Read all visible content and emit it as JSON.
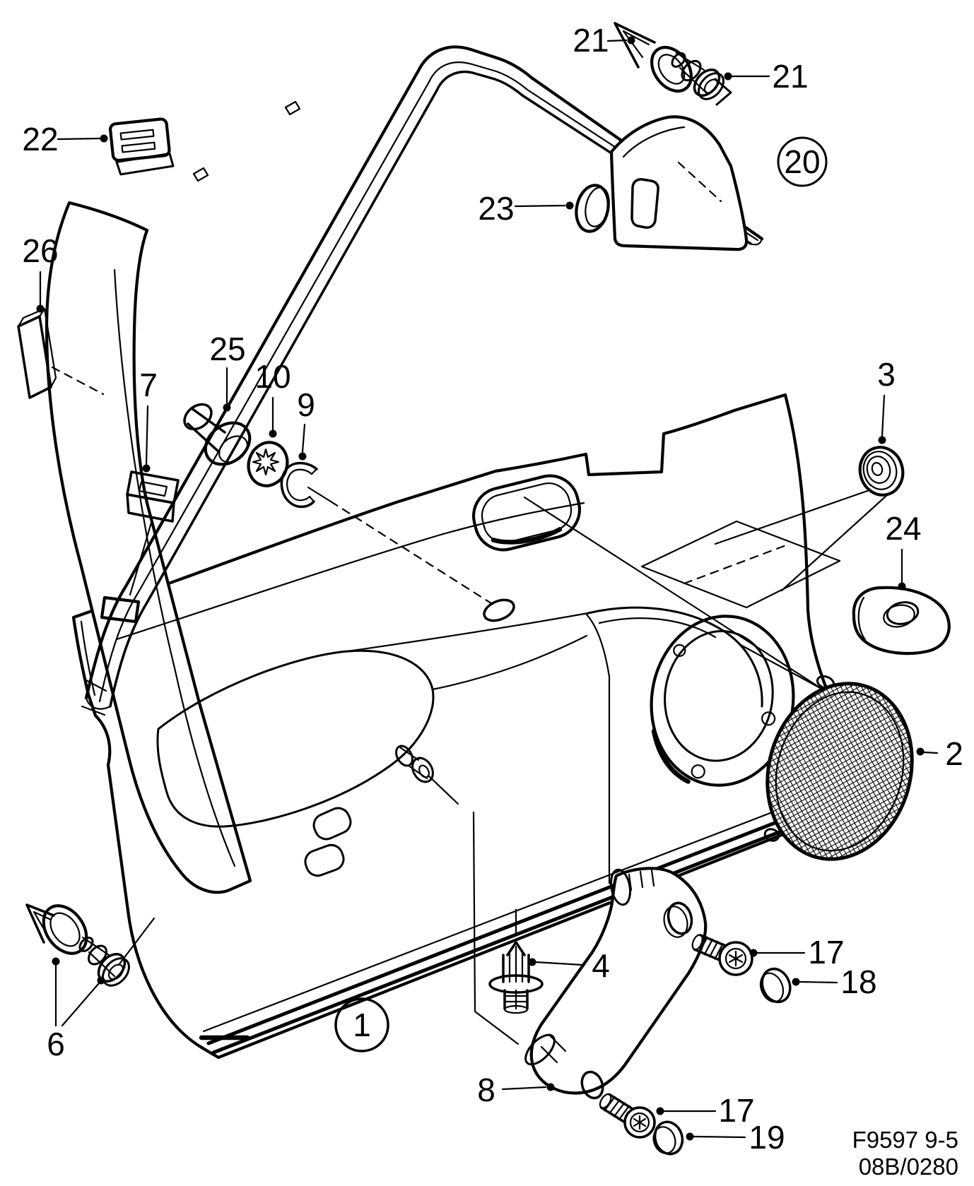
{
  "diagram": {
    "kind": "exploded-parts-line-drawing",
    "colors": {
      "line": "#000000",
      "background": "#ffffff"
    },
    "callouts": {
      "c1": {
        "label": "1"
      },
      "c2": {
        "label": "2"
      },
      "c3": {
        "label": "3"
      },
      "c4": {
        "label": "4"
      },
      "c6": {
        "label": "6"
      },
      "c7": {
        "label": "7"
      },
      "c8": {
        "label": "8"
      },
      "c9": {
        "label": "9"
      },
      "c10": {
        "label": "10"
      },
      "c17a": {
        "label": "17"
      },
      "c17b": {
        "label": "17"
      },
      "c18": {
        "label": "18"
      },
      "c19": {
        "label": "19"
      },
      "c20": {
        "label": "20"
      },
      "c21a": {
        "label": "21"
      },
      "c21b": {
        "label": "21"
      },
      "c22": {
        "label": "22"
      },
      "c23": {
        "label": "23"
      },
      "c24": {
        "label": "24"
      },
      "c25": {
        "label": "25"
      },
      "c26": {
        "label": "26"
      }
    },
    "drawing_code": {
      "line1": "F9597 9-5",
      "line2": "08B/0280"
    }
  }
}
